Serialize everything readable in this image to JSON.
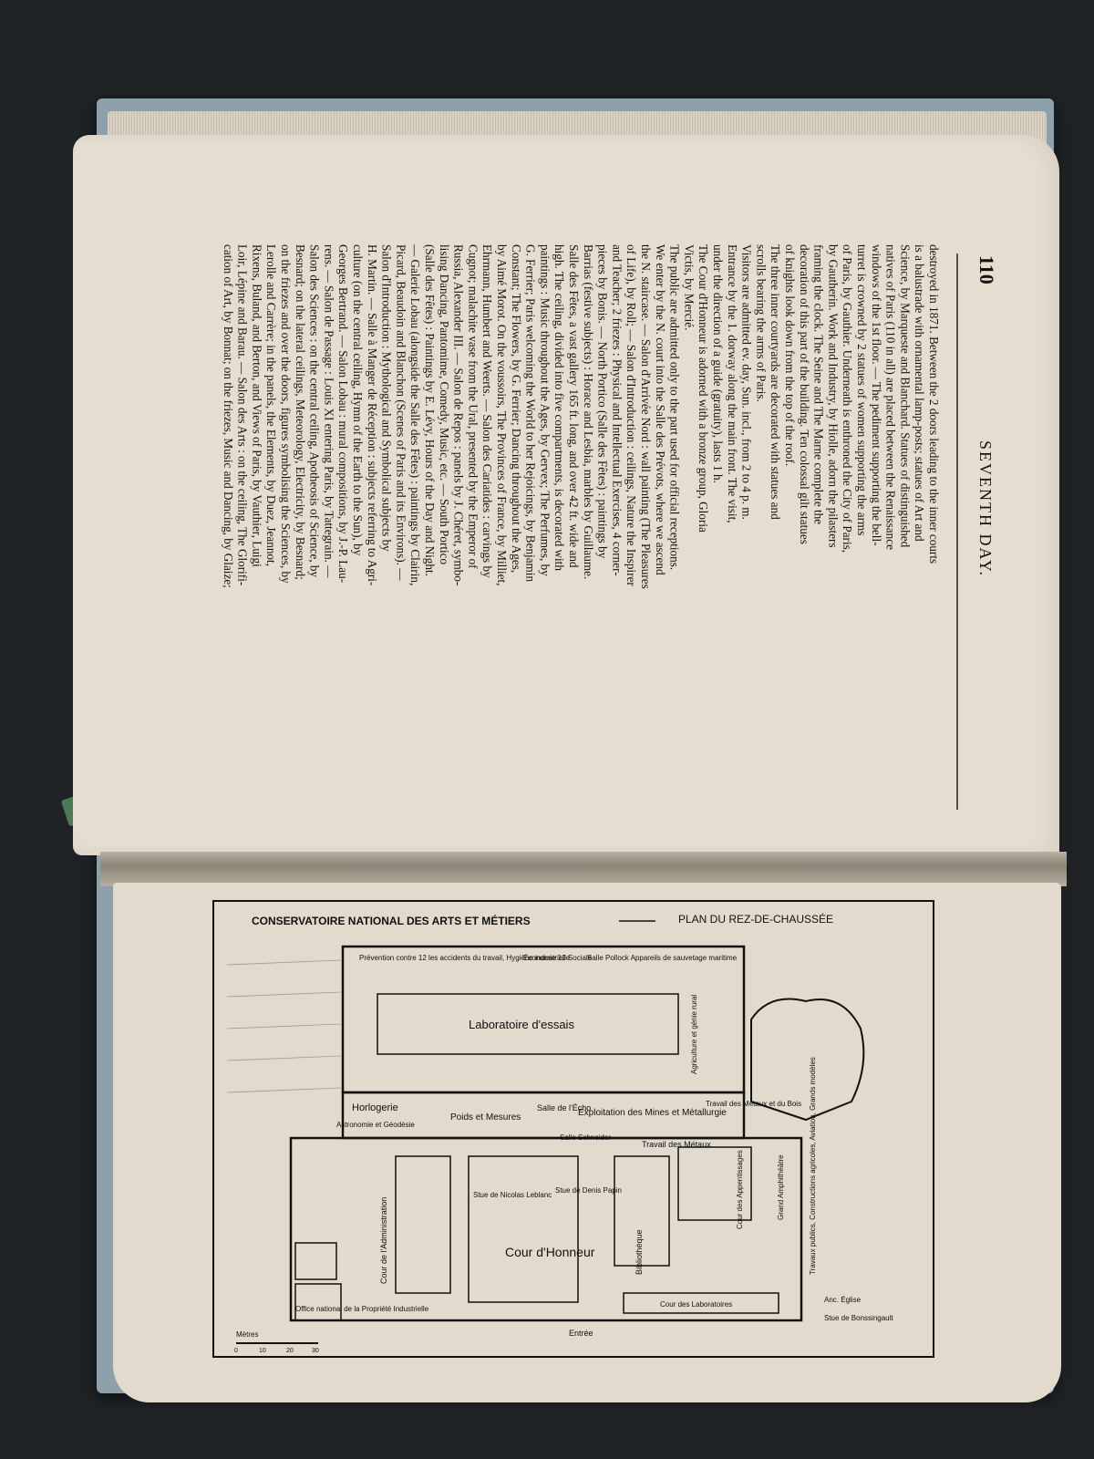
{
  "page_number": "110",
  "running_head": "SEVENTH DAY.",
  "text_lines": [
    "destroyed in 1871. Between the 2 doors leading to the inner courts",
    "is a balustrade with ornamental lamp-posts; statues of Art and",
    "Science, by Marqueste and Blanchard. Statues of distinguished",
    "natives of Paris (110 in all) are placed between the Renaissance",
    "windows of the 1st floor. — The pediment supporting the bell-",
    "turret is crowned by 2 statues of women supporting the arms",
    "of Paris, by Gauthier. Underneath is enthroned the City of Paris,",
    "by Gautherin. Work and Industry, by Hiolle, adorn the pilasters",
    "framing the clock. The Seine and The Marne complete the",
    "decoration of this part of the building. Ten colossal gilt statues",
    "of knights look down from the top of the roof.",
    "The three inner courtyards are decorated with statues and",
    "scrolls bearing the arms of Paris.",
    "Visitors are admitted ev. day, Sun. incl., from 2 to 4 p. m.",
    "Entrance by the 1. dorway along the main front. The visit,",
    "under the direction of a guide (gratuity), lasts 1 h.",
    "The Cour d'Honneur is adorned with a bronze group, Gloria",
    "Victis, by Mercié.",
    "The public are admitted only to the part used for official receptions.",
    "We enter by the N. court into the Salle des Prévots, where we ascend",
    "the N. staircase. — Salon d'Arrivée Nord : wall painting (The Pleasures",
    "of Life), by Roll; — Salon d'Introduction : ceilings, Nature the Inspirer",
    "and Teacher; 2 friezes : Physical and Intellectual Exercises, 4 corner-",
    "pieces by Bonis. — North Portico (Salle des Fêtes) : paintings by",
    "Barrias (festive subjects) : Horace and Lesbia, marbles by Guillaume.",
    "Salle des Fêtes, a vast gallery 165 ft. long, and over 42 ft. wide and",
    "high. The ceiling, divided into five compartments, is decorated with",
    "paintings : Music throughout the Ages, by Gervex; The Perfumes, by",
    "G. Ferrier; Paris welcoming the World to her Rejoicings, by Benjamin",
    "Constant; The Flowers, by G. Ferrier; Dancing throughout the Ages,",
    "by Aimé Morot. On the voussoirs, The Provinces of France, by Milliet,",
    "Ehrmann, Humbert and Weerts. — Salon des Cariatides : carvings by",
    "Cugnot; malachite vase from the Ural, presented by the Emperor of",
    "Russia, Alexander III. — Salon de Repos : panels by J. Chéret, symbo-",
    "lising Dancing, Pantomime, Comedy, Music, etc. — South Portico",
    "(Salle des Fêtes) : Paintings by E. Lévy, Hours of the Day and Night.",
    "— Galerie Lobau (alongside the Salle des Fêtes) : paintings by Clairin,",
    "Picard, Beaudoin and Blanchon (Scenes of Paris and its Environs). —",
    "Salon d'Introduction : Mythological and Symbolical subjects by",
    "H. Martin. — Salle à Manger de Réception : subjects referring to Agri-",
    "culture (on the central ceiling, Hymn of the Earth to the Sun), by",
    "Georges Bertrand. — Salon Lobau : mural compositions, by J.-P. Lau-",
    "rens. — Salon de Passage : Louis XI entering Paris, by Tattegrain. —",
    "Salon des Sciences : on the central ceiling, Apotheosis of Science, by",
    "Besnard; on the lateral ceilings, Meteorology, Electricity, by Besnard;",
    "on the friezes and over the doors, figures symbolising the Sciences, by",
    "Lerolle and Carrère; in the panels, the Elements, by Duez, Jeannot,",
    "Rixens, Buland, and Berton, and Views of Paris, by Vauthier, Luigi",
    "Loir, Lépine and Barau. — Salon des Arts : on the ceiling, The Glorifi-",
    "cation of Art, by Bonnat; on the friezes, Music and Dancing, by Glaize;"
  ],
  "map": {
    "title_left": "CONSERVATOIRE NATIONAL DES ARTS ET MÉTIERS",
    "title_right": "PLAN DU REZ-DE-CHAUSSÉE",
    "labels": {
      "prevention": "Prévention contre 12 les accidents du travail, Hygiène industrielle",
      "economie": "Économie 12 Sociale",
      "pollock": "Salle Pollock Appareils de sauvetage maritime",
      "labo": "Laboratoire d'essais",
      "agri": "Agriculture et génie rural",
      "horlo": "Horlogerie",
      "astro": "Astronomie et Géodésie",
      "poids": "Poids et Mesures",
      "echo": "Salle de l'Écho",
      "mines": "Exploitation des Mines et Métallurgie",
      "travbois": "Travail des Métaux et du Bois",
      "schneider": "Salle Schneider",
      "travmet": "Travail des Métaux",
      "nicolas": "Stue de Nicolas Leblanc",
      "denis": "Stue de Denis Papin",
      "biblio": "Bibliothèque",
      "cour": "Cour d'Honneur",
      "courad": "Cour de l'Administration",
      "office": "Office national de la Propriété Industrielle",
      "courlab": "Cour des Laboratoires",
      "grand": "Grand Amphithéâtre",
      "courapp": "Cour des Appentissages",
      "trav": "Travaux publics, Constructions agricoles, Aviation, Grands modèles",
      "eglise": "Anc. Église",
      "bonss": "Stue de Bonssingault",
      "entree": "Entrée",
      "metres": "Mètres",
      "scale": [
        "0",
        "10",
        "20",
        "30"
      ]
    }
  }
}
